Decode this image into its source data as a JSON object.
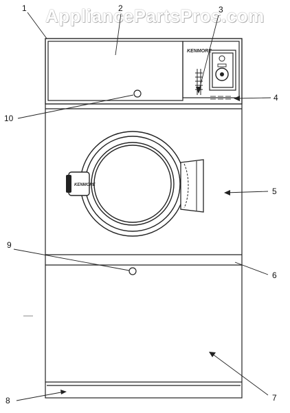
{
  "watermark": "AppliancePartsPros.com",
  "brand_label": "KENMORE",
  "door_handle_label": "KENMORE",
  "callouts": [
    {
      "id": "1",
      "text": "1"
    },
    {
      "id": "2",
      "text": "2"
    },
    {
      "id": "3",
      "text": "3"
    },
    {
      "id": "4",
      "text": "4"
    },
    {
      "id": "5",
      "text": "5"
    },
    {
      "id": "6",
      "text": "6"
    },
    {
      "id": "7",
      "text": "7"
    },
    {
      "id": "8",
      "text": "8"
    },
    {
      "id": "9",
      "text": "9"
    },
    {
      "id": "10",
      "text": "10"
    }
  ],
  "colors": {
    "line": "#222222",
    "background": "#ffffff"
  }
}
